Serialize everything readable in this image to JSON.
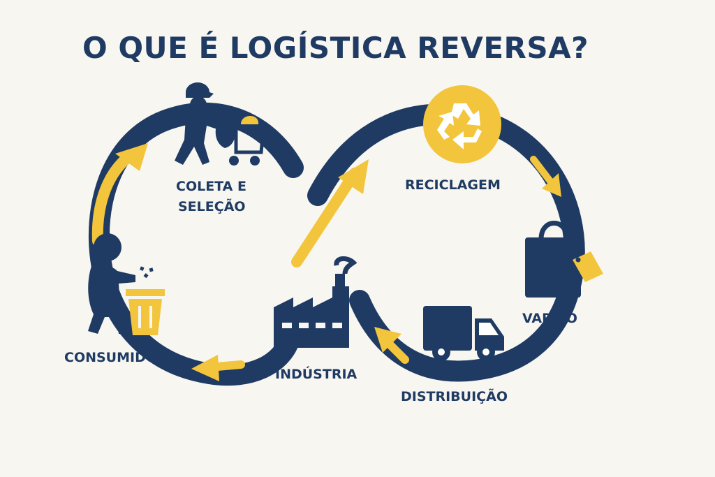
{
  "title": "O QUE É LOGÍSTICA REVERSA?",
  "colors": {
    "navy": "#1f3b63",
    "yellow": "#f2c53d",
    "background": "#f8f6f1"
  },
  "stages": [
    {
      "id": "coleta",
      "label_line1": "COLETA E",
      "label_line2": "SELEÇÃO",
      "icon": "worker-cart-icon"
    },
    {
      "id": "reciclagem",
      "label": "RECICLAGEM",
      "icon": "recycle-icon"
    },
    {
      "id": "varejo",
      "label": "VAREJO",
      "icon": "shopping-bag-icon"
    },
    {
      "id": "distribuicao",
      "label": "DISTRIBUIÇÃO",
      "icon": "truck-icon"
    },
    {
      "id": "industria",
      "label": "INDÚSTRIA",
      "icon": "factory-icon"
    },
    {
      "id": "consumidor",
      "label": "CONSUMIDOR",
      "icon": "person-trash-icon"
    }
  ]
}
